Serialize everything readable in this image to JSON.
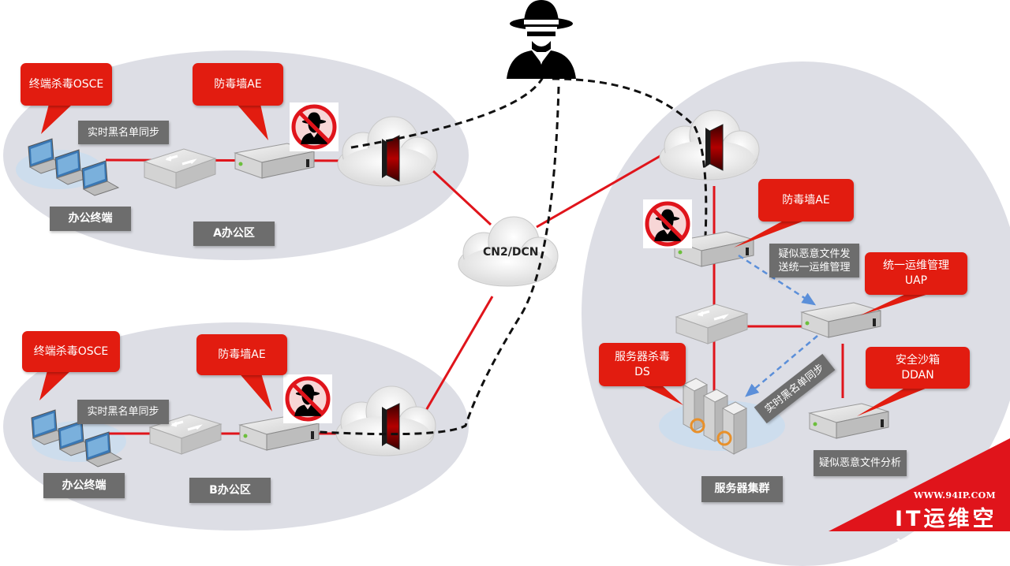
{
  "zones": {
    "a_name": "A办公区",
    "b_name": "B办公区",
    "server_name": "服务器集群"
  },
  "office_a": {
    "terminal_label": "办公终端",
    "osce_label": "终端杀毒OSCE",
    "firewall_label": "防毒墙AE",
    "sync_label": "实时黑名单同步"
  },
  "office_b": {
    "terminal_label": "办公终端",
    "osce_label": "终端杀毒OSCE",
    "firewall_label": "防毒墙AE",
    "sync_label": "实时黑名单同步"
  },
  "wan": {
    "label": "CN2/DCN"
  },
  "server_zone": {
    "firewall_label": "防毒墙AE",
    "suspect_send_line1": "疑似恶意文件发",
    "suspect_send_line2": "送统一运维管理",
    "uap_line1": "统一运维管理",
    "uap_line2": "UAP",
    "ds_line1": "服务器杀毒",
    "ds_line2": "DS",
    "ddan_line1": "安全沙箱",
    "ddan_line2": "DDAN",
    "sync_label": "实时黑名单同步",
    "analysis_label": "疑似恶意文件分析"
  },
  "watermark": {
    "url": "WWW.94IP.COM",
    "name": "IT运维空间"
  },
  "colors": {
    "callout": "#e21c10",
    "link": "#e0141b",
    "label_bg": "#6d6d6d",
    "zone": "#dddee5",
    "flow": "#5b8fd9"
  },
  "icons": [
    "hacker-icon",
    "blocked-hacker-icon",
    "cloud-icon",
    "firewall-door-icon",
    "laptop-icon",
    "switch-icon",
    "server-appliance-icon",
    "server-tower-icon"
  ]
}
